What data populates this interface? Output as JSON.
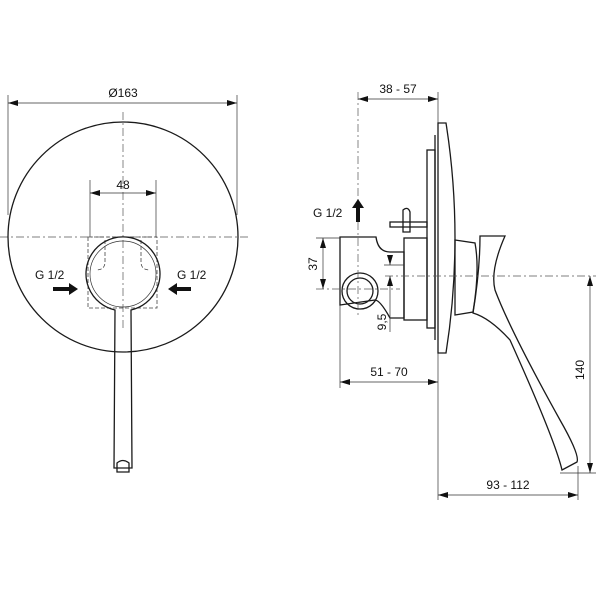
{
  "front_view": {
    "diameter_label": "Ø163",
    "cutout_label": "48",
    "inlet_left_label": "G 1/2",
    "inlet_right_label": "G 1/2"
  },
  "side_view": {
    "wall_depth_label": "38 - 57",
    "outlet_label": "G 1/2",
    "pipe_height_label": "37",
    "offset_label": "9,5",
    "body_depth_label": "51 - 70",
    "lever_drop_label": "140",
    "projection_label": "93 - 112"
  }
}
